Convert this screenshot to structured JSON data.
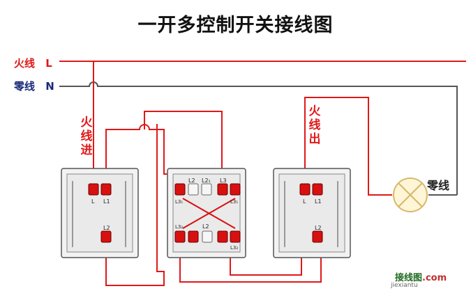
{
  "title": "一开多控制开关接线图",
  "live_line": {
    "label": "火线",
    "letter": "L",
    "color": "#e01818"
  },
  "neutral_line": {
    "label": "零线",
    "letter": "N",
    "color": "#1a2a7a"
  },
  "live_in_label": [
    "火",
    "线",
    "进"
  ],
  "live_out_label": [
    "火",
    "线",
    "出"
  ],
  "lamp_neutral_label": "零线",
  "switch1": {
    "terminals": [
      "L",
      "L1",
      "L2"
    ]
  },
  "switch2": {
    "top_labels": [
      "L2",
      "L2₁",
      "L3"
    ],
    "upper_labels": [
      "L3₁",
      "L3₁"
    ],
    "lower_labels": [
      "L3₂",
      "L2",
      "L3₂"
    ]
  },
  "switch3": {
    "terminals": [
      "L",
      "L1",
      "L2"
    ]
  },
  "watermark": {
    "text": "接线图",
    "suffix": ".com",
    "url": "jiexiantu"
  },
  "colors": {
    "wire": "#e01818",
    "neutral": "#555555",
    "terminal": "#d81010",
    "panel": "#f4f4f4",
    "frame": "#444444"
  }
}
